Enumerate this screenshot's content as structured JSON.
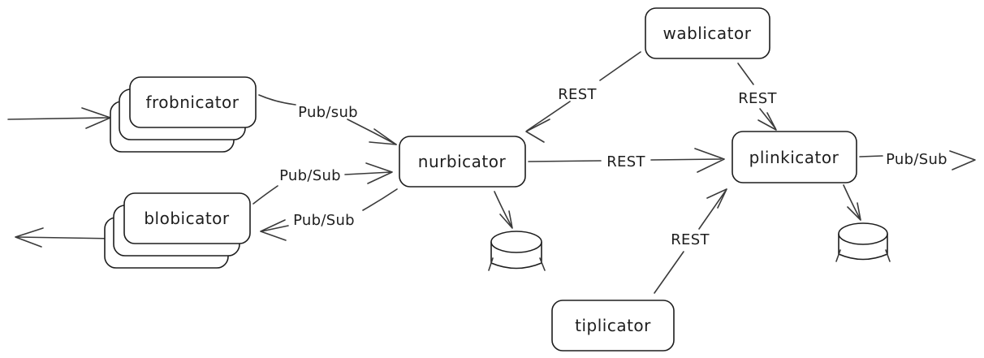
{
  "diagram": {
    "background_color": "#ffffff",
    "stroke_color": "#1e1e1e",
    "edge_color": "#3a3a3a",
    "nodes": {
      "wablicator": {
        "label": "wablicator",
        "shape": "rounded-rectangle"
      },
      "frobnicator": {
        "label": "frobnicator",
        "shape": "stacked-rounded-rectangles"
      },
      "blobicator": {
        "label": "blobicator",
        "shape": "stacked-rounded-rectangles"
      },
      "nurbicator": {
        "label": "nurbicator",
        "shape": "rounded-rectangle"
      },
      "plinkicator": {
        "label": "plinkicator",
        "shape": "rounded-rectangle"
      },
      "tiplicator": {
        "label": "tiplicator",
        "shape": "rounded-rectangle"
      },
      "nurbicator_database": {
        "shape": "database-cylinder"
      },
      "plinkicator_database": {
        "shape": "database-cylinder"
      }
    },
    "edges": {
      "inflow_to_frobnicator": {
        "from": "external-left",
        "to": "frobnicator",
        "label": ""
      },
      "frobnicator_to_nurbicator": {
        "from": "frobnicator",
        "to": "nurbicator",
        "label": "Pub/sub"
      },
      "blobicator_to_nurbicator": {
        "from": "blobicator",
        "to": "nurbicator",
        "label": "Pub/Sub"
      },
      "nurbicator_to_blobicator": {
        "from": "nurbicator",
        "to": "blobicator",
        "label": "Pub/Sub"
      },
      "blobicator_outflow": {
        "from": "blobicator",
        "to": "external-left",
        "label": ""
      },
      "wablicator_to_nurbicator": {
        "from": "wablicator",
        "to": "nurbicator",
        "label": "REST"
      },
      "wablicator_to_plinkicator": {
        "from": "wablicator",
        "to": "plinkicator",
        "label": "REST"
      },
      "nurbicator_to_plinkicator": {
        "from": "nurbicator",
        "to": "plinkicator",
        "label": "REST"
      },
      "tiplicator_to_plinkicator": {
        "from": "tiplicator",
        "to": "plinkicator",
        "label": "REST"
      },
      "plinkicator_outflow": {
        "from": "plinkicator",
        "to": "external-right",
        "label": "Pub/Sub"
      },
      "nurbicator_to_database": {
        "from": "nurbicator",
        "to": "nurbicator_database",
        "label": ""
      },
      "plinkicator_to_database": {
        "from": "plinkicator",
        "to": "plinkicator_database",
        "label": ""
      }
    }
  }
}
